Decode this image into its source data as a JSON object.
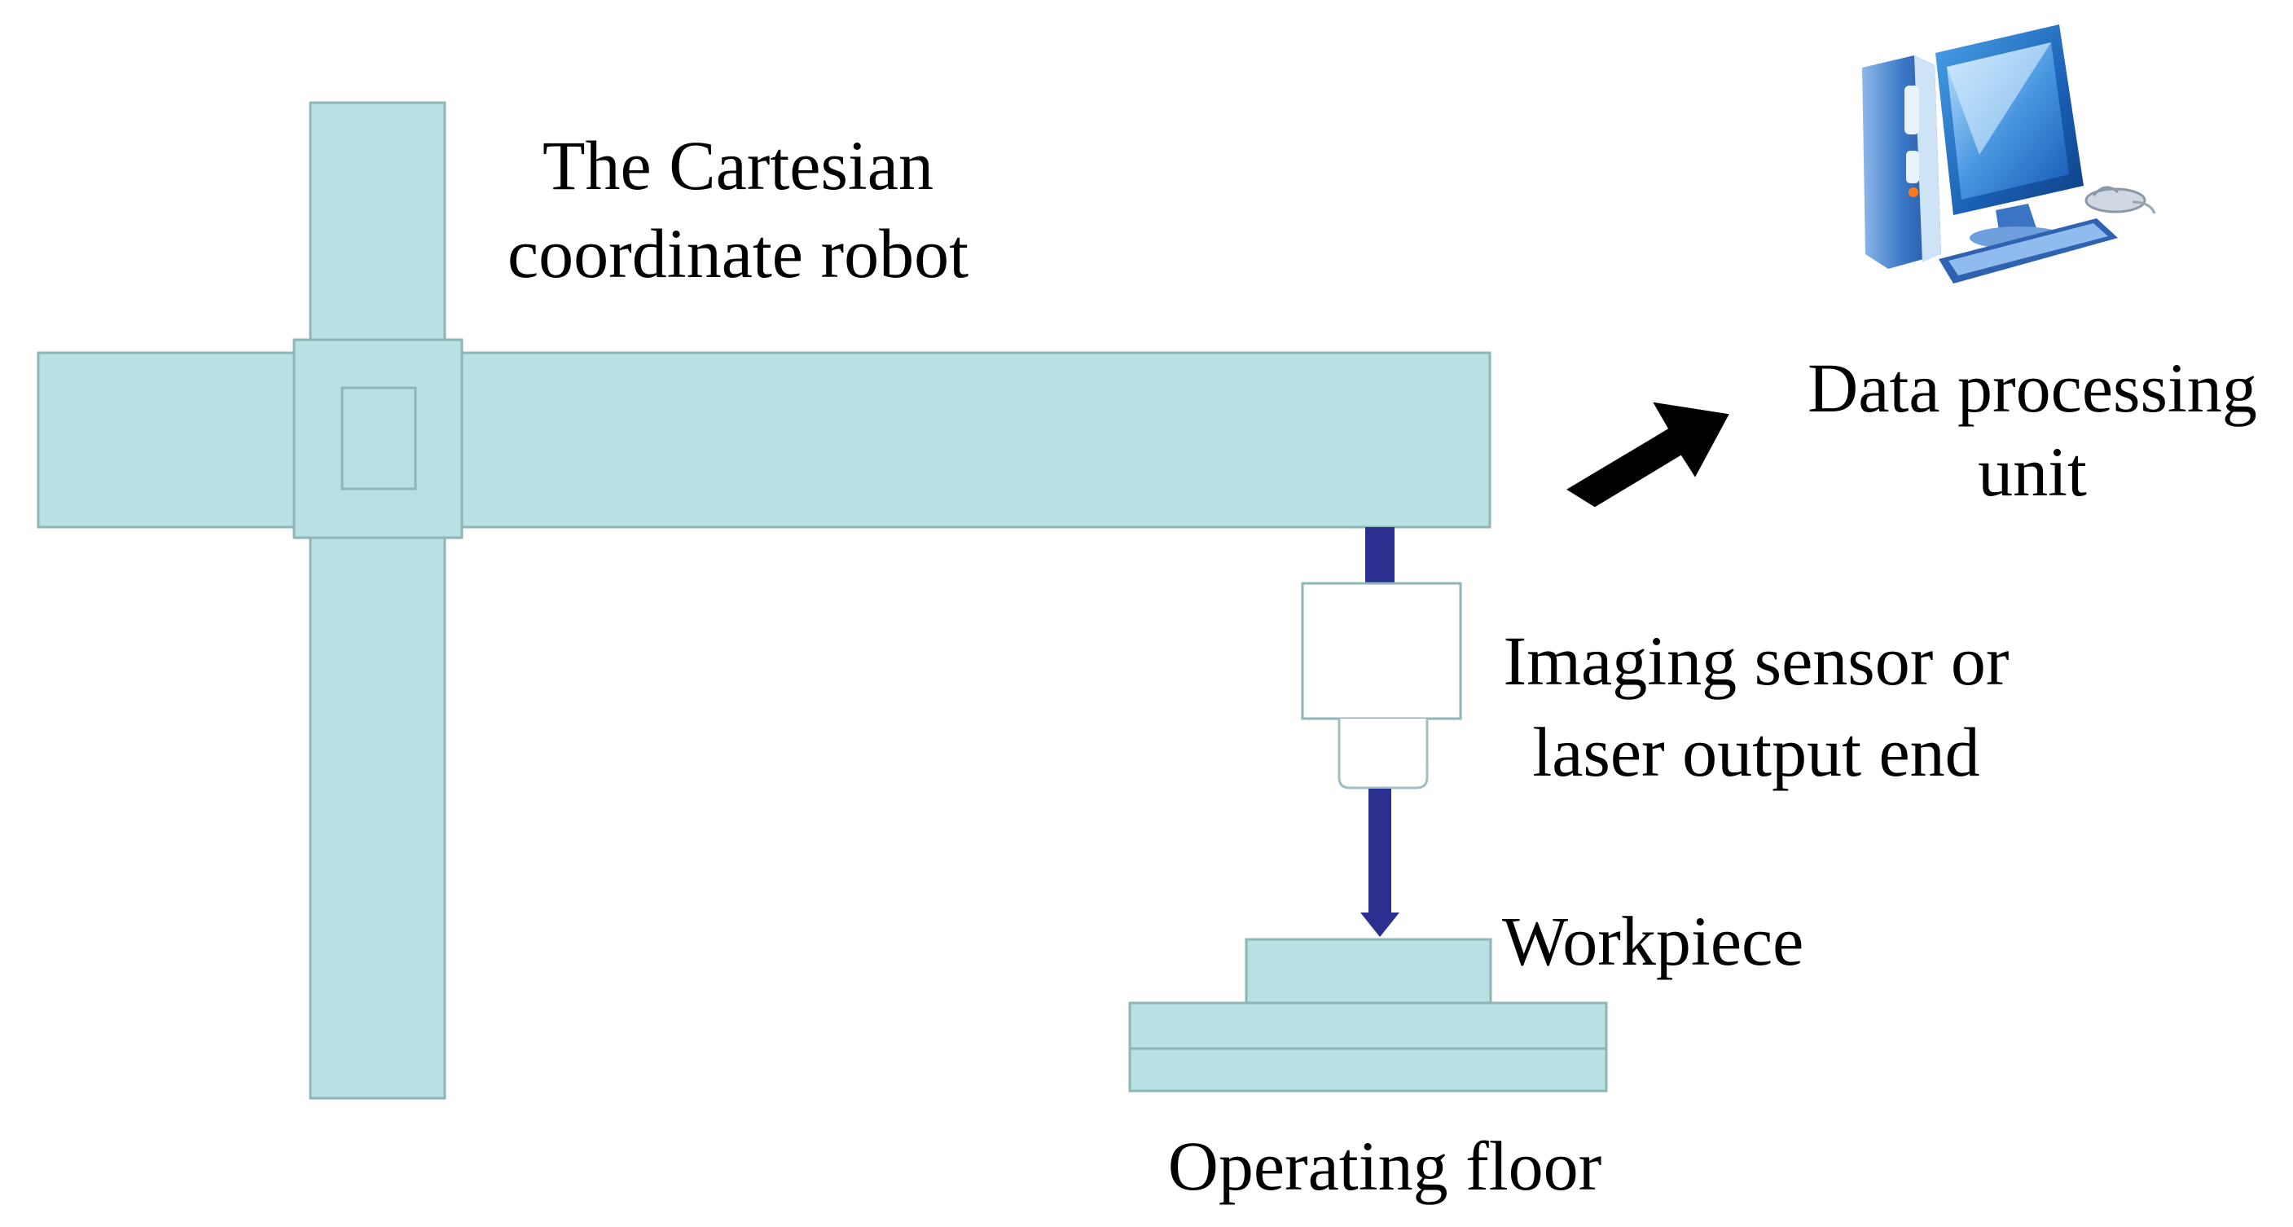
{
  "labels": {
    "robot_line1": "The Cartesian",
    "robot_line2": "coordinate robot",
    "dpu_line1": "Data processing",
    "dpu_line2": "unit",
    "sensor_line1": "Imaging sensor or",
    "sensor_line2": "laser output end",
    "workpiece": "Workpiece",
    "floor": "Operating floor"
  },
  "colors": {
    "beam_fill": "#b9e0e2",
    "beam_stroke": "#8fb5b7",
    "shaft": "#2b2f8f",
    "arrow": "#000000",
    "sensor_fill": "#ffffff",
    "sensor_stroke": "#8fb5b7"
  },
  "icons": {
    "computer": "desktop-computer-icon",
    "data_arrow": "up-right-arrow-icon",
    "beam_arrow": "down-arrow-icon"
  }
}
